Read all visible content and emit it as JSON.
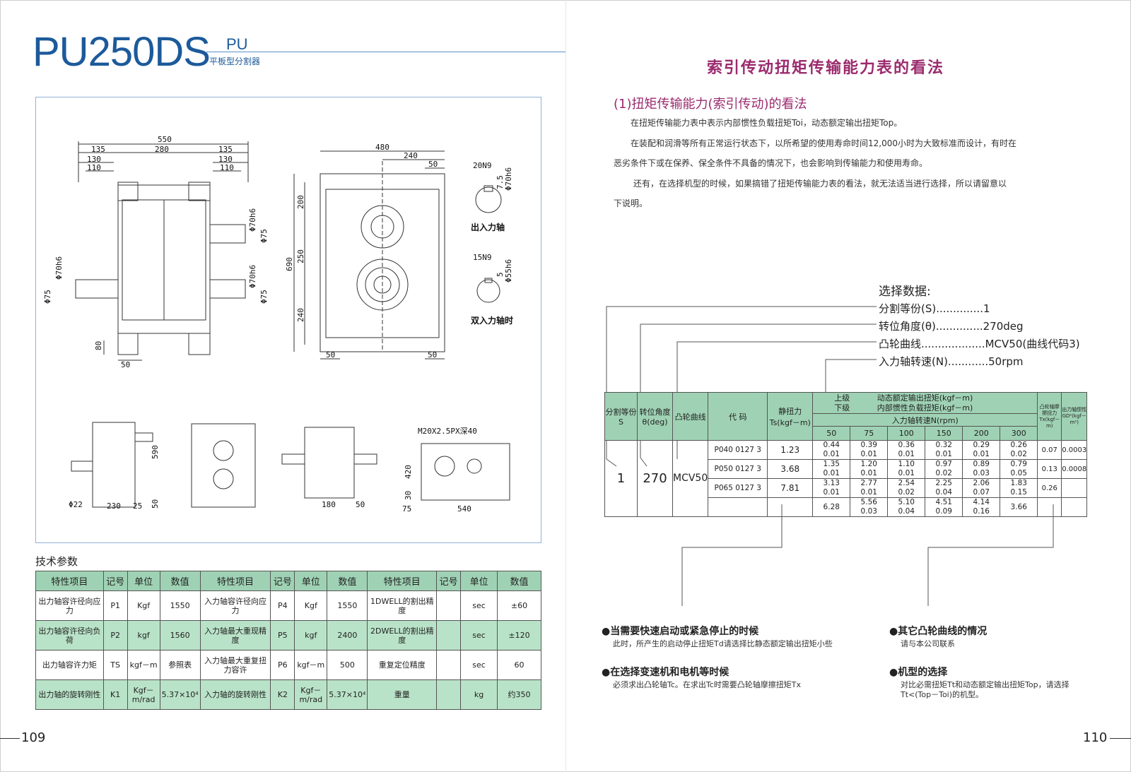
{
  "header": {
    "model": "PU250DS",
    "series": "PU",
    "subtitle": "平板型分割器"
  },
  "drawing": {
    "dims_top": [
      "550",
      "135",
      "280",
      "135",
      "130",
      "130",
      "110",
      "110"
    ],
    "dims_side": [
      "Φ70h6",
      "Φ75",
      "Φ70h6",
      "Φ75",
      "Φ70h6",
      "Φ75",
      "80",
      "50"
    ],
    "dims_front": [
      "480",
      "240",
      "50",
      "200",
      "250",
      "240",
      "690",
      "50",
      "50"
    ],
    "shaft_out": {
      "key": "20N9",
      "d": "Φ70h6",
      "t": "7.5",
      "label": "出入力轴"
    },
    "shaft_in": {
      "key": "15N9",
      "d": "Φ55h6",
      "t": "5",
      "label": "双入力轴时"
    },
    "dims_bottom": [
      "590",
      "Φ22",
      "230",
      "25",
      "50",
      "180",
      "50",
      "M20X2.5PX深40",
      "420",
      "30",
      "75",
      "540"
    ]
  },
  "tech": {
    "title": "技术参数",
    "headers": [
      "特性项目",
      "记号",
      "单位",
      "数值",
      "特性项目",
      "记号",
      "单位",
      "数值",
      "特性项目",
      "记号",
      "单位",
      "数值"
    ],
    "rows": [
      [
        "出力轴容许径向应力",
        "P1",
        "Kgf",
        "1550",
        "入力轴容许径向应力",
        "P4",
        "Kgf",
        "1550",
        "1DWELL的割出精度",
        "",
        "sec",
        "±60"
      ],
      [
        "出力轴容许径向负荷",
        "P2",
        "kgf",
        "1560",
        "入力轴最大重现精度",
        "P5",
        "kgf",
        "2400",
        "2DWELL的割出精度",
        "",
        "sec",
        "±120"
      ],
      [
        "出力轴容许力矩",
        "TS",
        "kgf－m",
        "参照表",
        "入力轴最大重复扭力容许",
        "P6",
        "kgf－m",
        "500",
        "重复定位精度",
        "",
        "sec",
        "60"
      ],
      [
        "出力轴的旋转刚性",
        "K1",
        "Kgf－m/rad",
        "5.37×10⁴",
        "入力轴的旋转刚性",
        "K2",
        "Kgf－m/rad",
        "5.37×10⁴",
        "重量",
        "",
        "kg",
        "约350"
      ]
    ]
  },
  "page_left": "109",
  "page_right": "110",
  "right": {
    "title": "索引传动扭矩传输能力表的看法",
    "subtitle": "(1)扭矩传输能力(索引传动)的看法",
    "p1": "在扭矩传输能力表中表示内部惯性负载扭矩Toi，动态额定输出扭矩Top。",
    "p2": "在装配和润滑等所有正常运行状态下，以所希望的使用寿命时间12,000小时为大致标准而设计，有时在",
    "p2b": "恶劣条件下或在保养、保全条件不具备的情况下，也会影响到传输能力和使用寿命。",
    "p3": "还有，在选择机型的时候，如果搞错了扭矩传输能力表的看法，就无法适当进行选择，所以请留意以",
    "p3b": "下说明。",
    "sel_title": "选择数据:",
    "sel": [
      "分割等份(S)..............1",
      "转位角度(θ)..............270deg",
      "凸轮曲线...................MCV50(曲线代码3)",
      "入力轴转速(N)............50rpm"
    ]
  },
  "torque": {
    "h_s": "分割等份S",
    "h_ang": "转位角度θ(deg)",
    "h_cam": "凸轮曲线",
    "h_code": "代 码",
    "h_ts": "静扭力Ts(kgf－m)",
    "h_upper": "上级",
    "h_lower": "下级",
    "h_top": "动态额定输出扭矩(kgf－m)",
    "h_toi": "内部惯性负载扭矩(kgf－m)",
    "h_speed": "入力轴转速N(rpm)",
    "h_tx": "凸轮轴摩擦扭力Tx(kgf－m)",
    "h_gd": "出力轴惯性GD²(kgf－m²)",
    "speeds": [
      "50",
      "75",
      "100",
      "150",
      "200",
      "300"
    ],
    "s": "1",
    "ang": "270",
    "cam": "MCV50",
    "rows": [
      {
        "code": "P040 0127 3",
        "ts": "1.23",
        "top": [
          "0.44",
          "0.39",
          "0.36",
          "0.32",
          "0.29",
          "0.26"
        ],
        "toi": [
          "0.01",
          "0.01",
          "0.01",
          "0.01",
          "0.01",
          "0.02"
        ],
        "tx": "0.07",
        "gd": "0.0003"
      },
      {
        "code": "P050 0127 3",
        "ts": "3.68",
        "top": [
          "1.35",
          "1.20",
          "1.10",
          "0.97",
          "0.89",
          "0.79"
        ],
        "toi": [
          "0.01",
          "0.01",
          "0.01",
          "0.02",
          "0.03",
          "0.05"
        ],
        "tx": "0.13",
        "gd": "0.0008"
      },
      {
        "code": "P065 0127 3",
        "ts": "7.81",
        "top": [
          "3.13",
          "2.77",
          "2.54",
          "2.25",
          "2.06",
          "1.83"
        ],
        "toi": [
          "0.01",
          "0.01",
          "0.02",
          "0.04",
          "0.07",
          "0.15"
        ],
        "tx": "0.26",
        "gd": ""
      },
      {
        "code": "",
        "ts": "",
        "top": [
          "6.28",
          "5.56",
          "5.10",
          "4.51",
          "4.14",
          "3.66"
        ],
        "toi": [
          "",
          "0.03",
          "0.04",
          "0.09",
          "0.16",
          ""
        ],
        "tx": "",
        "gd": ""
      }
    ]
  },
  "notes": {
    "n1": "●当需要快速启动或紧急停止的时候",
    "n1s": "此时，所产生的启动停止扭矩Td请选择比静态额定输出扭矩小些",
    "n2": "●在选择变速机和电机等时候",
    "n2s": "必须求出凸轮轴Tc。在求出Tc时需要凸轮轴摩擦扭矩Tx",
    "n3": "●其它凸轮曲线的情况",
    "n3s": "请与本公司联系",
    "n4": "●机型的选择",
    "n4s": "对比必需扭矩Tt和动态额定输出扭矩Top，请选择",
    "n4s2": "Tt<(Top－Toi)的机型。"
  }
}
